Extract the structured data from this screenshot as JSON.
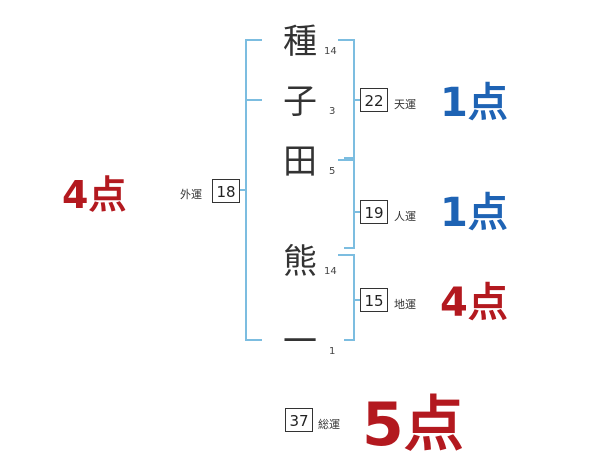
{
  "colors": {
    "bracket": "#7cbde0",
    "good": "#1e63b4",
    "bad": "#b3191f",
    "ink": "#333333"
  },
  "name": {
    "chars": [
      {
        "char": "種",
        "strokes": "14"
      },
      {
        "char": "子",
        "strokes": "3"
      },
      {
        "char": "田",
        "strokes": "5"
      },
      {
        "char": "熊",
        "strokes": "14"
      },
      {
        "char": "一",
        "strokes": "1"
      }
    ]
  },
  "fortunes": {
    "gaiun": {
      "label": "外運",
      "value": "18",
      "score": "4点"
    },
    "tenun": {
      "label": "天運",
      "value": "22",
      "score": "1点"
    },
    "jinun": {
      "label": "人運",
      "value": "19",
      "score": "1点"
    },
    "chiun": {
      "label": "地運",
      "value": "15",
      "score": "4点"
    },
    "souun": {
      "label": "総運",
      "value": "37",
      "score": "5点"
    }
  }
}
